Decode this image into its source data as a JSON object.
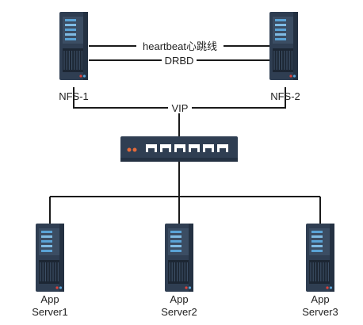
{
  "colors": {
    "server_body": "#2f3e52",
    "server_shadow": "#243142",
    "server_panel": "#3b4d63",
    "drive_bar": "#5aa3d6",
    "drive_bar_light": "#7fbbe4",
    "vent": "#1c2633",
    "led_red": "#e0433b",
    "led_blue": "#5aa3d6",
    "switch_body": "#2f3e52",
    "switch_port": "#ffffff",
    "switch_led": "#e56a3a",
    "line": "#1a1a1a"
  },
  "nodes": {
    "nfs1": {
      "label": "NFS-1",
      "icon": "server-icon"
    },
    "nfs2": {
      "label": "NFS-2",
      "icon": "server-icon"
    },
    "switch": {
      "icon": "network-switch-icon",
      "ports": 6
    },
    "app1": {
      "label_line1": "App",
      "label_line2": "Server1",
      "icon": "server-icon"
    },
    "app2": {
      "label_line1": "App",
      "label_line2": "Server2",
      "icon": "server-icon"
    },
    "app3": {
      "label_line1": "App",
      "label_line2": "Server3",
      "icon": "server-icon"
    }
  },
  "links": {
    "heartbeat": "heartbeat心跳线",
    "drbd": "DRBD",
    "vip": "VIP"
  }
}
